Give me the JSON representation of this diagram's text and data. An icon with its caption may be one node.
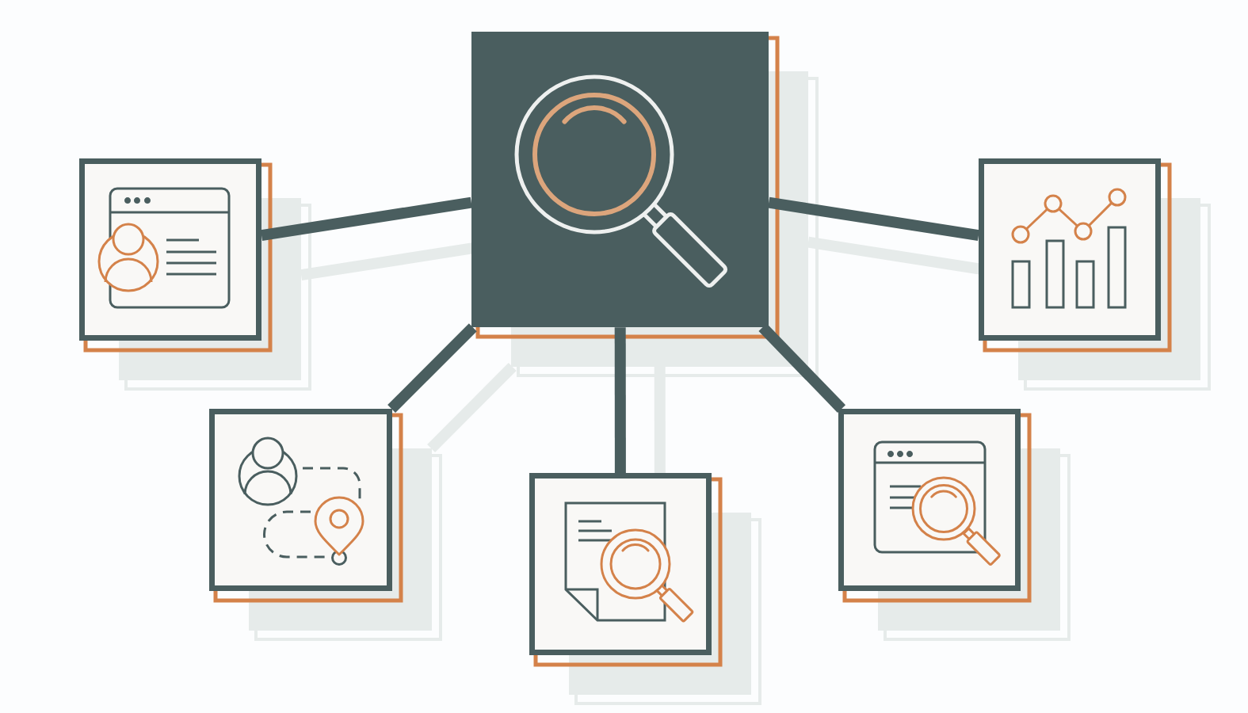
{
  "diagram": {
    "nodes": [
      {
        "text": [],
        "shape": "picture"
      },
      {
        "text": [],
        "shape": "picture"
      },
      {
        "text": [],
        "shape": "picture"
      },
      {
        "text": [],
        "shape": "picture"
      },
      {
        "text": [],
        "shape": "picture"
      },
      {
        "text": [],
        "shape": "picture"
      }
    ],
    "edges": [
      {
        "from": 0,
        "to": 1,
        "arrow": "none"
      },
      {
        "from": 0,
        "to": 2,
        "arrow": "none"
      },
      {
        "from": 0,
        "to": 3,
        "arrow": "none"
      },
      {
        "from": 0,
        "to": 4,
        "arrow": "none"
      },
      {
        "from": 0,
        "to": 5,
        "arrow": "none"
      }
    ]
  }
}
